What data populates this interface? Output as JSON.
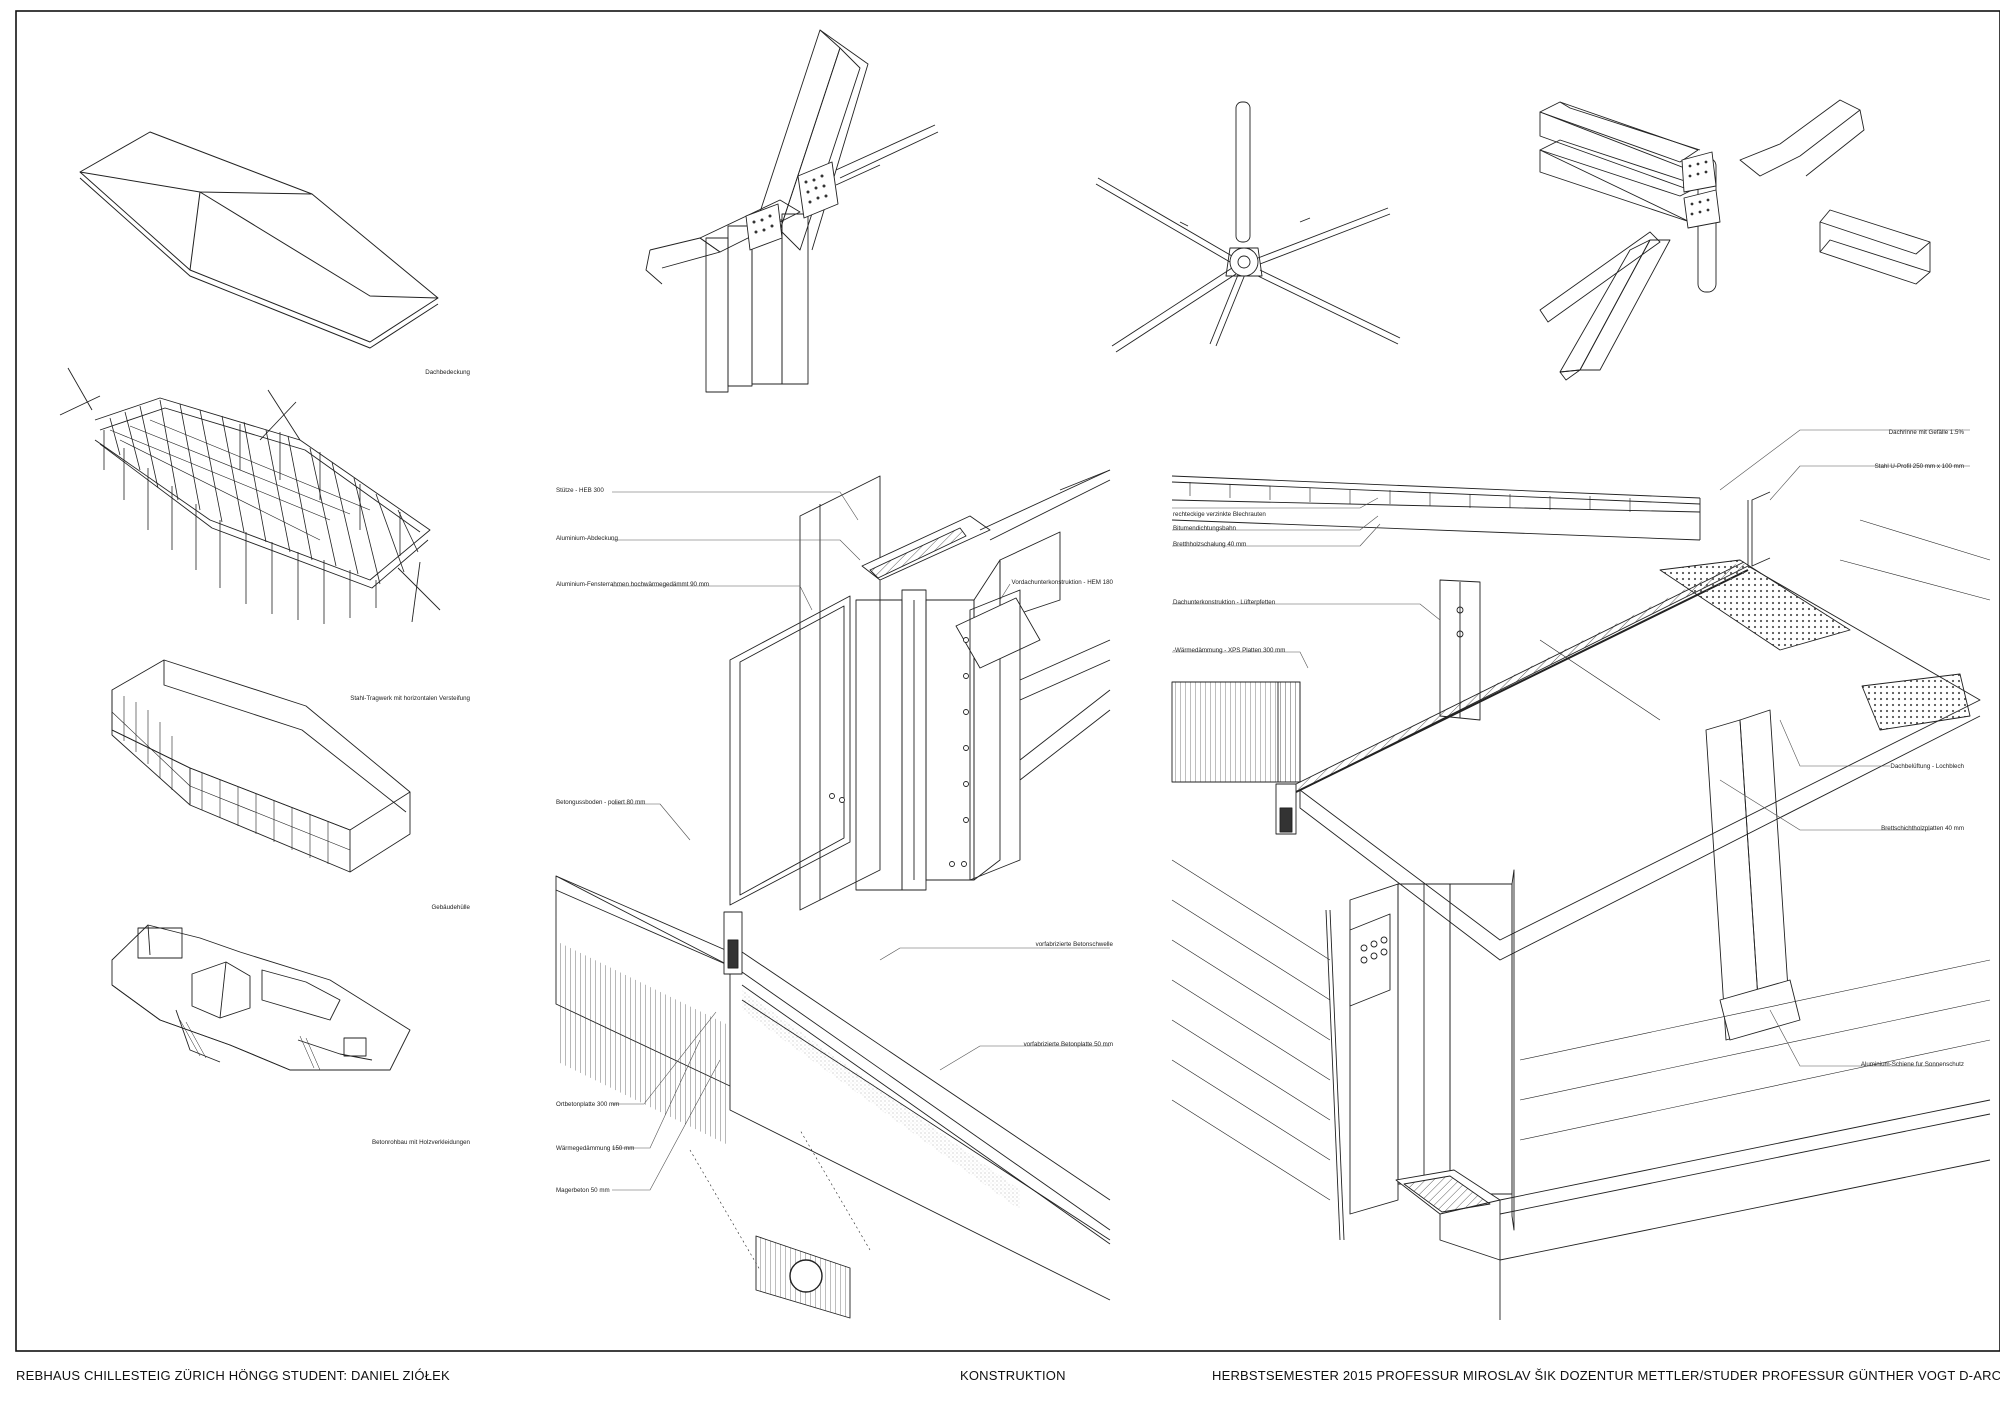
{
  "footer": {
    "project": "REBHAUS CHILLESTEIG ZÜRICH HÖNGG",
    "student": "STUDENT: DANIEL ZIÓŁEK",
    "section": "KONSTRUKTION",
    "semester": "HERBSTSEMESTER 2015 PROFESSUR MIROSLAV ŠIK DOZENTUR METTLER/STUDER PROFESSUR GÜNTHER VOGT D-ARCH ETH ZÜRICH"
  },
  "axonometric_labels": {
    "roof": "Dachbedeckung",
    "steel": "Stahl-Tragwerk mit horizontalen Versteifung",
    "envelope": "Gebäudehülle",
    "concrete": "Betonrohbau mit Holzverkleidungen"
  },
  "middle_detail": {
    "stutze": "Stütze - HEB 300",
    "abdeckung": "Aluminium-Abdeckung",
    "fensterrahmen": "Aluminium-Fensterrahmen hochwärmegedämmt 90 mm",
    "vordach": "Vordachunterkonstruktion - HEM 180",
    "betonboden": "Betonguss­boden - poliert   80 mm",
    "betonschwelle": "vorfabrizierte Betonschwelle",
    "betonplatte": "vorfabrizierte Betonplatte 50 mm",
    "ortbeton": "Ortbetonplatte  300 mm",
    "waermedaemmung": "Wärmegedämmung  150 mm",
    "magerbeton": "Magerbeton  50 mm"
  },
  "right_detail": {
    "dachrinne": "Dachrinne mit Gefälle 1.5%",
    "u_profil": "Stahl U-Profil 250 mm x 100 mm",
    "blechrauten": "rechteckige verzinkte Blechrauten",
    "dichtungsbahn": "Bitumendichtungsbahn",
    "schalung": "Bretthholzschalung  40 mm",
    "pfetten": "Dachunterkonstruktion - Lüfterpfetten",
    "xps": "-Wärmedämmung - XPS Platten  300 mm",
    "belueftung": "Dachbelüftung  - Lochblech",
    "brettschicht": "Brettschichtholzplatten  40 mm",
    "sonnenschutz": "Aluminium-Schiene fur Sonnenschutz"
  }
}
